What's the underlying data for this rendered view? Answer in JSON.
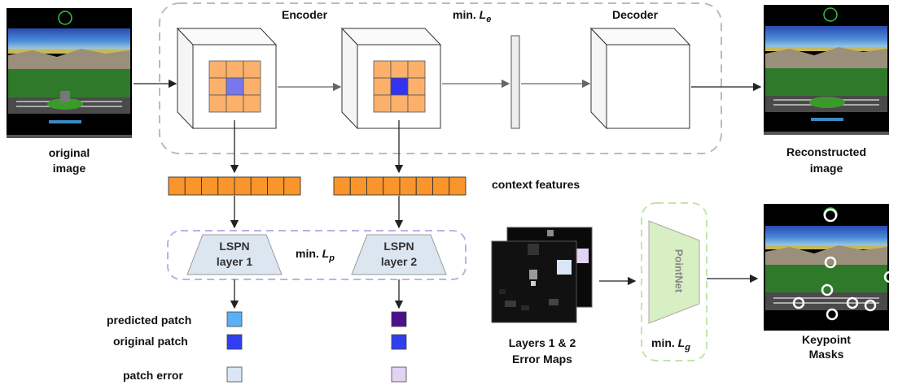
{
  "diagram": {
    "encoder_label": "Encoder",
    "encoder_loss_prefix": "min.",
    "encoder_loss_sym": "L",
    "encoder_loss_sub": "e",
    "decoder_label": "Decoder",
    "original_image_label_1": "original",
    "original_image_label_2": "image",
    "reconstructed_label_1": "Reconstructed",
    "reconstructed_label_2": "image",
    "context_features_label": "context features",
    "lspn1_line1": "LSPN",
    "lspn1_line2": "layer 1",
    "lspn2_line1": "LSPN",
    "lspn2_line2": "layer 2",
    "lspn_loss_prefix": "min.",
    "lspn_loss_sym": "L",
    "lspn_loss_sub": "p",
    "predicted_patch_label": "predicted patch",
    "original_patch_label": "original patch",
    "patch_error_label": "patch error",
    "error_maps_label_1": "Layers 1 & 2",
    "error_maps_label_2": "Error Maps",
    "pointnet_label": "PointNet",
    "pointnet_loss_prefix": "min.",
    "pointnet_loss_sym": "L",
    "pointnet_loss_sub": "g",
    "keypoint_label_1": "Keypoint",
    "keypoint_label_2": "Masks",
    "colors": {
      "orange": "#fbb06b",
      "feature_orange": "#f9952b",
      "patch_blue": "#7777f0",
      "patch_blue_dark": "#3333ee",
      "predicted_1": "#5ab0f5",
      "predicted_2": "#4d108c",
      "original_patch": "#2f3ff0",
      "error_1": "#dae6f5",
      "error_2": "#e3d2f2",
      "dashed_gray": "#bbbbbb",
      "dashed_purple": "#b8b2ea",
      "dashed_green": "#c2e6a8",
      "lspn_fill": "#dce6f1",
      "pointnet_fill": "#d8eec3"
    }
  }
}
